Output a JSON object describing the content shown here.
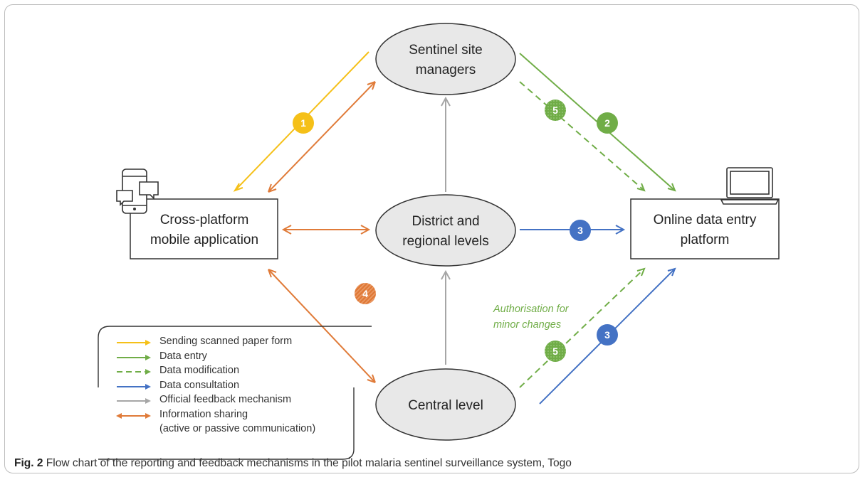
{
  "nodes": {
    "sentinel": [
      "Sentinel site",
      "managers"
    ],
    "district": [
      "District and",
      "regional levels"
    ],
    "central": [
      "Central level"
    ],
    "mobile": [
      "Cross-platform",
      "mobile application"
    ],
    "online": [
      "Online data entry",
      "platform"
    ]
  },
  "badges": {
    "b1": "1",
    "b2": "2",
    "b3_top": "3",
    "b3_bottom": "3",
    "b4": "4",
    "b5_top": "5",
    "b5_bottom": "5"
  },
  "annotation": [
    "Authorisation for",
    "minor changes"
  ],
  "legend": [
    {
      "label": "Sending scanned paper form",
      "color": "#f5c018",
      "dashed": false,
      "bidirectional": false
    },
    {
      "label": "Data entry",
      "color": "#70ad47",
      "dashed": false,
      "bidirectional": false
    },
    {
      "label": "Data modification",
      "color": "#70ad47",
      "dashed": true,
      "bidirectional": false
    },
    {
      "label": "Data consultation",
      "color": "#4472c4",
      "dashed": false,
      "bidirectional": false
    },
    {
      "label": "Official feedback mechanism",
      "color": "#a6a6a6",
      "dashed": false,
      "bidirectional": false
    },
    {
      "label": "Information sharing",
      "color": "#e07b39",
      "dashed": false,
      "bidirectional": true
    },
    {
      "label": "(active or passive communication)",
      "color": null,
      "dashed": false,
      "bidirectional": false
    }
  ],
  "caption": {
    "label": "Fig. 2",
    "text": "Flow chart of the reporting and feedback mechanisms in the pilot malaria sentinel surveillance system, Togo"
  },
  "colors": {
    "yellow": "#f5c018",
    "green": "#70ad47",
    "blue": "#4472c4",
    "gray": "#a6a6a6",
    "orange": "#e07b39",
    "ellipse_fill": "#e8e8e8"
  },
  "icons": [
    "smartphone-chat-icon",
    "laptop-icon"
  ]
}
